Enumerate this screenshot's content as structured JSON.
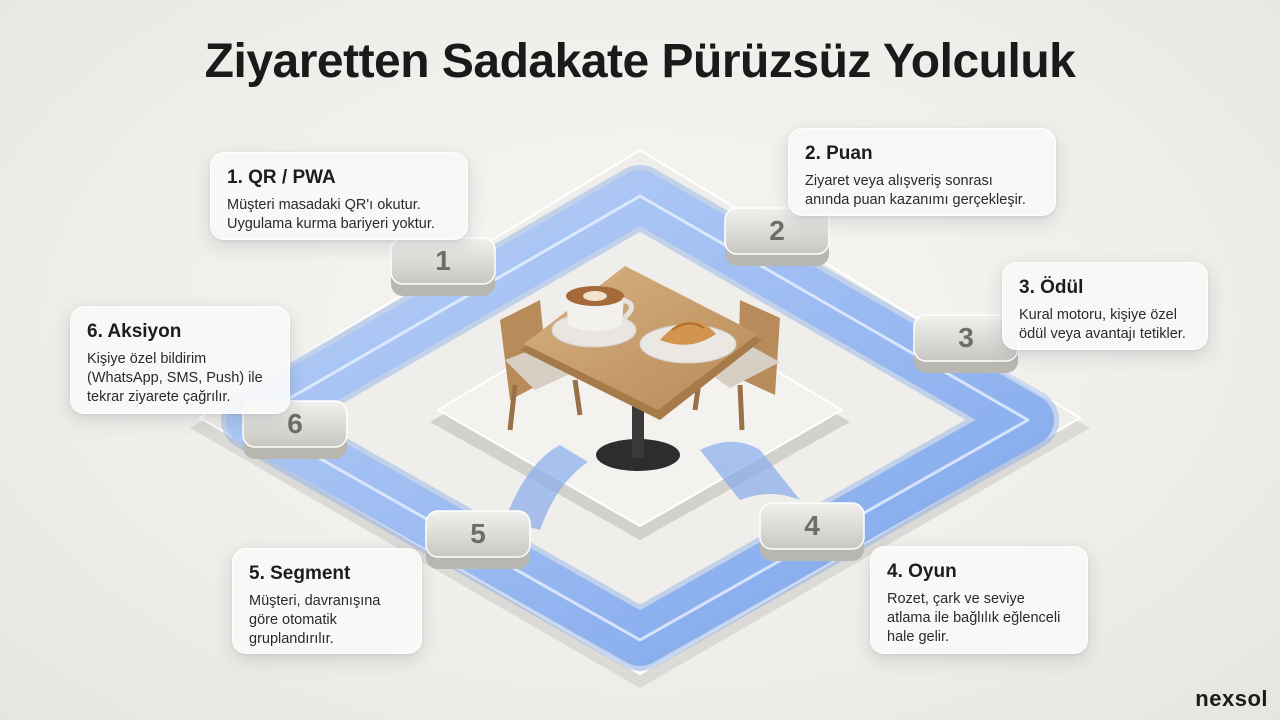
{
  "title": "Ziyaretten Sadakate Pürüzsüz Yolculuk",
  "steps": [
    {
      "num": "1",
      "heading": "1. QR / PWA",
      "lines": [
        "Müşteri masadaki QR'ı okutur.",
        "Uygulama kurma bariyeri yoktur."
      ]
    },
    {
      "num": "2",
      "heading": "2. Puan",
      "lines": [
        "Ziyaret veya alışveriş sonrası",
        "anında puan kazanımı gerçekleşir."
      ]
    },
    {
      "num": "3",
      "heading": "3. Ödül",
      "lines": [
        "Kural motoru, kişiye özel",
        "ödül veya avantajı tetikler."
      ]
    },
    {
      "num": "4",
      "heading": "4. Oyun",
      "lines": [
        "Rozet, çark ve seviye",
        "atlama ile bağlılık eğlenceli",
        "hale gelir."
      ]
    },
    {
      "num": "5",
      "heading": "5. Segment",
      "lines": [
        "Müşteri, davranışına",
        "göre otomatik",
        "gruplandırılır."
      ]
    },
    {
      "num": "6",
      "heading": "6. Aksiyon",
      "lines": [
        "Kişiye özel bildirim",
        "(WhatsApp, SMS, Push) ile",
        "tekrar ziyarete çağrılır."
      ]
    }
  ],
  "brand": "nexsol",
  "colors": {
    "track": "#8fb3ef",
    "track_glow": "#5c8fe6",
    "base": "#e9e7e3",
    "wood": "#c99f6e",
    "chair": "#b58a5c"
  }
}
